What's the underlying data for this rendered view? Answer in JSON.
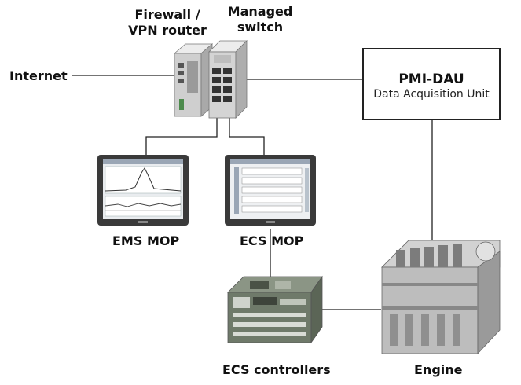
{
  "labels": {
    "firewall_line1": "Firewall /",
    "firewall_line2": "VPN router",
    "switch_line1": "Managed",
    "switch_line2": "switch",
    "internet": "Internet",
    "dau_title": "PMI-DAU",
    "dau_subtitle": "Data Acquisition Unit",
    "ems_mop": "EMS MOP",
    "ecs_mop": "ECS MOP",
    "ecs_controllers": "ECS controllers",
    "engine": "Engine"
  },
  "colors": {
    "line": "#222222",
    "device_light": "#d8d8d8",
    "device_dark": "#8a8a8a",
    "screen_frame": "#3a3a3a",
    "screen_bg": "#e9ecef",
    "pcb_green": "#6f7a6a"
  }
}
